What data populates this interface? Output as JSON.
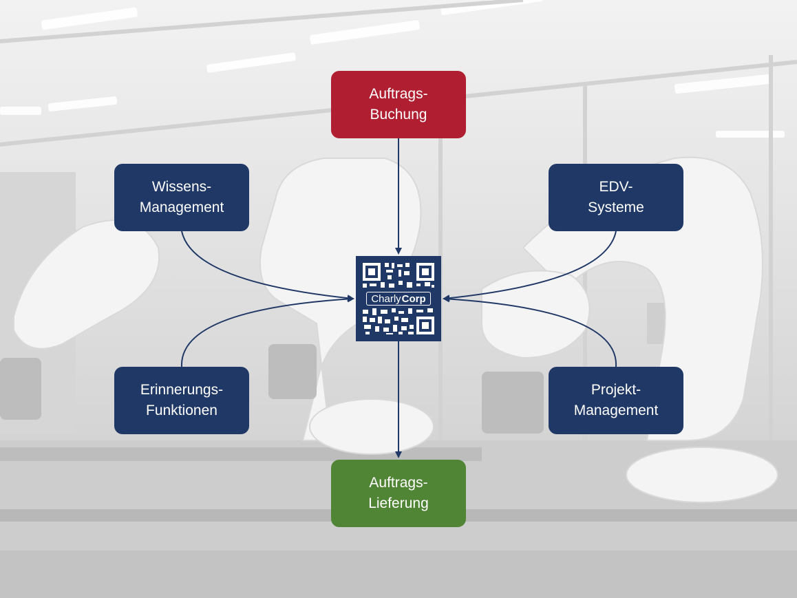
{
  "nodes": {
    "auftrags_buchung": "Auftrags-\nBuchung",
    "wissens_management": "Wissens-\nManagement",
    "edv_systeme": "EDV-\nSysteme",
    "erinnerungs_funktionen": "Erinnerungs-\nFunktionen",
    "projekt_management": "Projekt-\nManagement",
    "auftrags_lieferung": "Auftrags-\nLieferung"
  },
  "hub": {
    "brand_part1": "Charly",
    "brand_part2": "Corp"
  },
  "colors": {
    "navy": "#1f3866",
    "red": "#b01f31",
    "green": "#4f8534"
  }
}
